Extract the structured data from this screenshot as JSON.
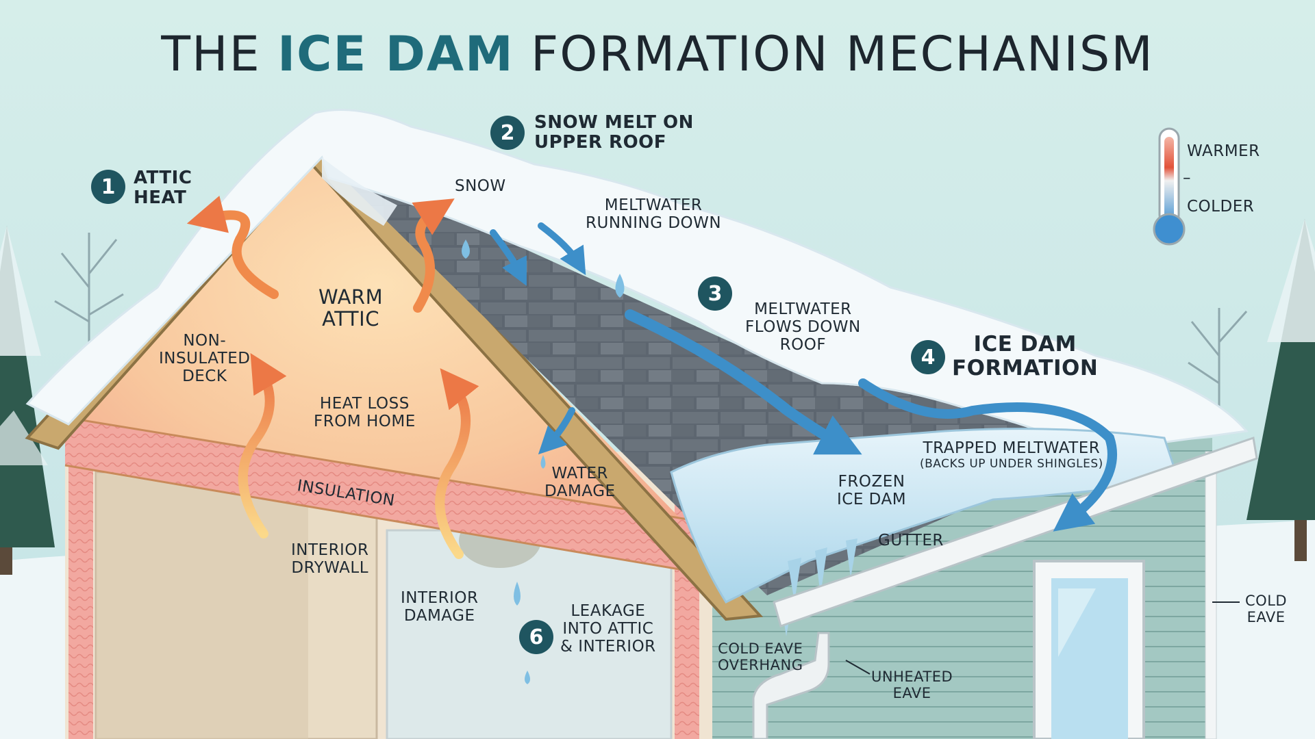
{
  "title": {
    "pre": "THE",
    "highlight": "ICE DAM",
    "post": "FORMATION MECHANISM"
  },
  "steps": [
    {
      "num": "1",
      "line1": "ATTIC",
      "line2": "HEAT"
    },
    {
      "num": "2",
      "line1": "SNOW MELT ON",
      "line2": "UPPER ROOF"
    },
    {
      "num": "3"
    },
    {
      "num": "4",
      "line1": "ICE DAM",
      "line2": "FORMATION"
    },
    {
      "num": "6"
    }
  ],
  "labels": {
    "snow": "SNOW",
    "meltwater_running": [
      "MELTWATER",
      "RUNNING DOWN"
    ],
    "warm_attic": [
      "WARM",
      "ATTIC"
    ],
    "non_insulated": [
      "NON-",
      "INSULATED",
      "DECK"
    ],
    "heat_loss": [
      "HEAT LOSS",
      "FROM HOME"
    ],
    "meltwater_flows": [
      "MELTWATER",
      "FLOWS DOWN",
      "ROOF"
    ],
    "water_damage": [
      "WATER",
      "DAMAGE"
    ],
    "insulation": "INSULATION",
    "trapped_meltwater": "TRAPPED MELTWATER",
    "trapped_sub": "(BACKS UP UNDER SHINGLES)",
    "frozen_ice_dam": [
      "FROZEN",
      "ICE DAM"
    ],
    "gutter": "GUTTER",
    "interior_drywall": [
      "INTERIOR",
      "DRYWALL"
    ],
    "interior_damage": [
      "INTERIOR",
      "DAMAGE"
    ],
    "leakage": [
      "LEAKAGE",
      "INTO ATTIC",
      "& INTERIOR"
    ],
    "cold_eave_overhang": [
      "COLD EAVE",
      "OVERHANG"
    ],
    "unheated_eave": [
      "UNHEATED",
      "EAVE"
    ],
    "cold_eave": [
      "COLD",
      "EAVE"
    ]
  },
  "thermometer": {
    "warmer": "WARMER",
    "dash": "–",
    "colder": "COLDER"
  },
  "colors": {
    "sky": "#cfe9e6",
    "snow": "#f4f9fb",
    "attic_warm": "#f7c99a",
    "shingles": "#5d6670",
    "ice": "#bfe1f0",
    "water_arrow": "#3d8fc9",
    "heat_arrow": "#f08a4b",
    "siding": "#9ec4bf",
    "badge": "#1f5560",
    "accent_text": "#1f6b7a"
  }
}
